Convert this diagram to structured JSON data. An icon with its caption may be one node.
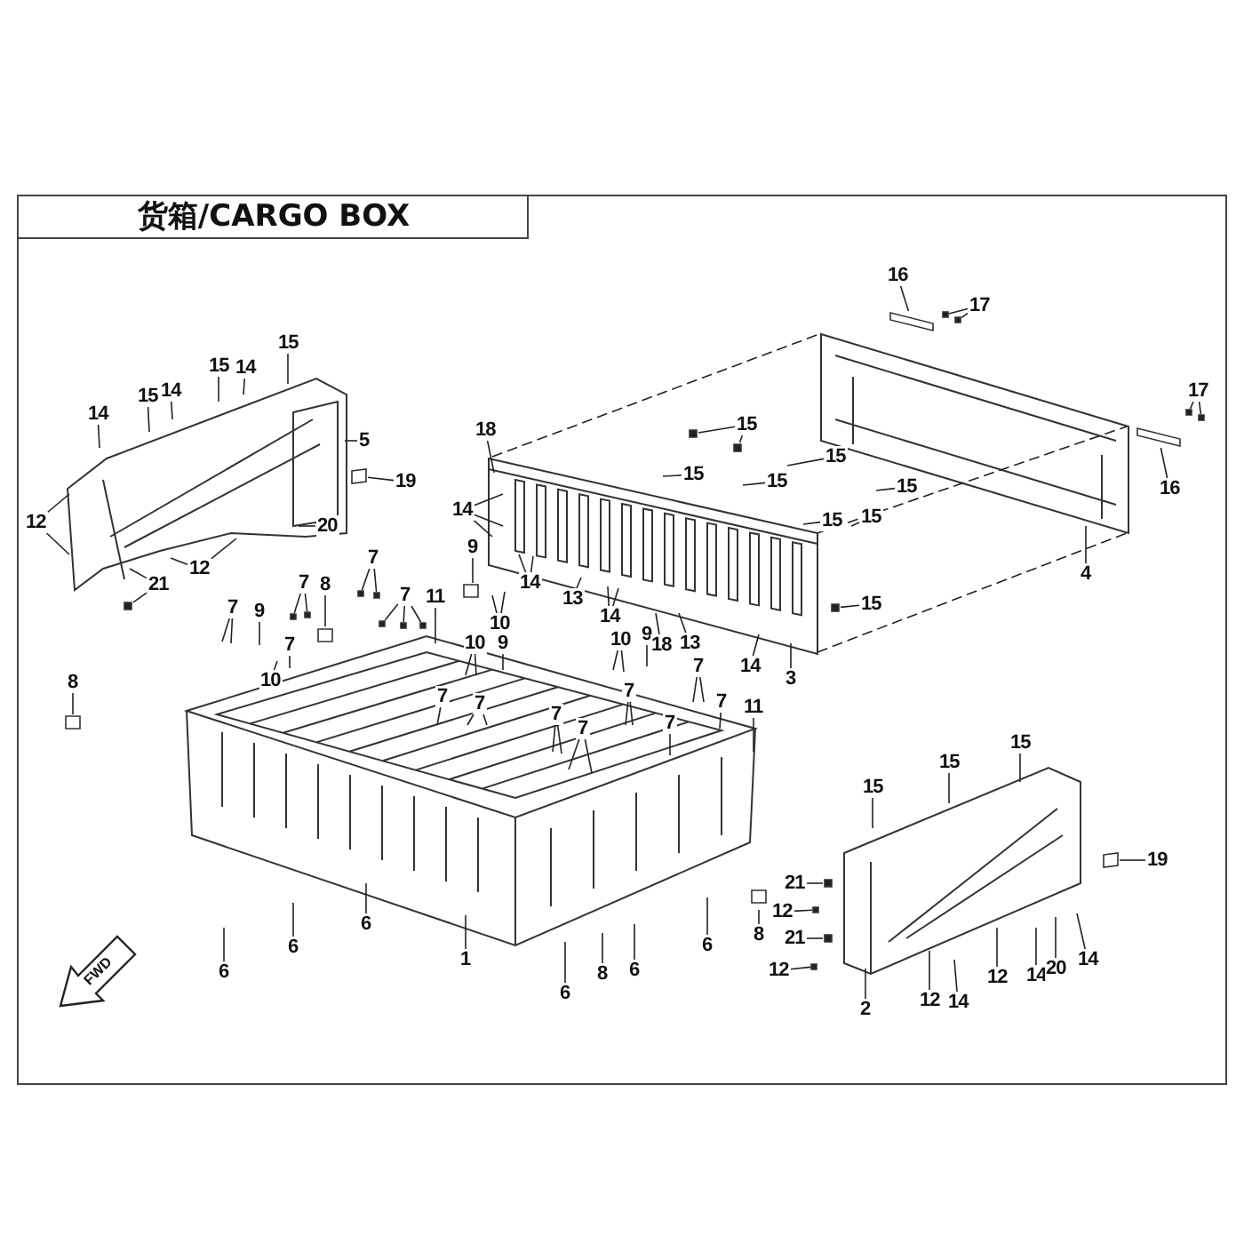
{
  "diagram": {
    "title": "货箱/CARGO BOX",
    "nodes": [
      {
        "text": [],
        "shape": "picture"
      },
      {
        "text": [],
        "shape": "picture"
      },
      {
        "text": [],
        "shape": "picture"
      },
      {
        "text": [],
        "shape": "picture"
      },
      {
        "text": [],
        "shape": "picture"
      },
      {
        "text": [
          "15"
        ]
      },
      {
        "text": [
          "15"
        ]
      },
      {
        "text": [
          "14"
        ]
      },
      {
        "text": [
          "14"
        ],
        "in": 0
      },
      {
        "text": [
          "15"
        ],
        "in": 0
      },
      {
        "text": [
          "14"
        ],
        "in": 0
      },
      {
        "text": [
          "5"
        ]
      },
      {
        "text": [
          "19"
        ]
      },
      {
        "text": [
          "20"
        ],
        "in": 0
      },
      {
        "text": [
          "12"
        ]
      },
      {
        "text": [
          "12"
        ],
        "in": 0
      },
      {
        "text": [
          "21"
        ],
        "in": 0
      },
      {
        "text": [
          "18"
        ]
      },
      {
        "text": [
          "15"
        ]
      },
      {
        "text": [
          "15"
        ],
        "in": 1
      },
      {
        "text": [
          "15"
        ],
        "in": 1
      },
      {
        "text": [
          "15"
        ],
        "in": 2
      },
      {
        "text": [
          "15"
        ],
        "in": 2
      },
      {
        "text": [
          "15"
        ],
        "in": 2
      },
      {
        "text": [
          "15"
        ],
        "in": 2
      },
      {
        "text": [
          "15"
        ]
      },
      {
        "text": [
          "14"
        ]
      },
      {
        "text": [
          "14"
        ],
        "in": 1
      },
      {
        "text": [
          "13"
        ],
        "in": 1
      },
      {
        "text": [
          "14"
        ],
        "in": 1
      },
      {
        "text": [
          "18"
        ]
      },
      {
        "text": [
          "13"
        ]
      },
      {
        "text": [
          "14"
        ]
      },
      {
        "text": [
          "3"
        ]
      },
      {
        "text": [
          "4"
        ]
      },
      {
        "text": [
          "16"
        ]
      },
      {
        "text": [
          "17"
        ]
      },
      {
        "text": [
          "17"
        ]
      },
      {
        "text": [
          "16"
        ]
      },
      {
        "text": [
          "7"
        ]
      },
      {
        "text": [
          "9"
        ]
      },
      {
        "text": [
          "7"
        ],
        "in": 0
      },
      {
        "text": [
          "8"
        ],
        "in": 0
      },
      {
        "text": [
          "7"
        ]
      },
      {
        "text": [
          "7"
        ]
      },
      {
        "text": [
          "11"
        ]
      },
      {
        "text": [
          "7"
        ],
        "in": 3
      },
      {
        "text": [
          "10"
        ],
        "in": 3
      },
      {
        "text": [
          "9"
        ]
      },
      {
        "text": [
          "10"
        ],
        "in": 1
      },
      {
        "text": [
          "10"
        ],
        "in": 3
      },
      {
        "text": [
          "9"
        ]
      },
      {
        "text": [
          "10"
        ],
        "in": 1
      },
      {
        "text": [
          "9"
        ],
        "in": 1
      },
      {
        "text": [
          "7"
        ],
        "in": 3
      },
      {
        "text": [
          "7"
        ],
        "in": 3
      },
      {
        "text": [
          "7"
        ],
        "in": 3
      },
      {
        "text": [
          "7"
        ],
        "in": 3
      },
      {
        "text": [
          "7"
        ],
        "in": 3
      },
      {
        "text": [
          "7"
        ],
        "in": 3
      },
      {
        "text": [
          "7"
        ],
        "in": 3
      },
      {
        "text": [
          "7"
        ],
        "in": 3
      },
      {
        "text": [
          "11"
        ]
      },
      {
        "text": [
          "8"
        ]
      },
      {
        "text": [
          "6"
        ]
      },
      {
        "text": [
          "6"
        ]
      },
      {
        "text": [
          "6"
        ],
        "in": 3
      },
      {
        "text": [
          "1"
        ]
      },
      {
        "text": [
          "6"
        ]
      },
      {
        "text": [
          "8"
        ]
      },
      {
        "text": [
          "6"
        ]
      },
      {
        "text": [
          "6"
        ]
      },
      {
        "text": [
          "8"
        ]
      },
      {
        "text": [
          "15"
        ],
        "in": 4
      },
      {
        "text": [
          "15"
        ]
      },
      {
        "text": [
          "15"
        ]
      },
      {
        "text": [
          "21"
        ]
      },
      {
        "text": [
          "12"
        ]
      },
      {
        "text": [
          "21"
        ]
      },
      {
        "text": [
          "12"
        ]
      },
      {
        "text": [
          "2"
        ]
      },
      {
        "text": [
          "12"
        ]
      },
      {
        "text": [
          "14"
        ]
      },
      {
        "text": [
          "12"
        ]
      },
      {
        "text": [
          "14"
        ]
      },
      {
        "text": [
          "20"
        ]
      },
      {
        "text": [
          "14"
        ]
      },
      {
        "text": [
          "19"
        ]
      },
      {
        "text": [],
        "shape": "box"
      },
      {
        "text": [],
        "shape": "box"
      },
      {
        "text": [],
        "shape": "box"
      },
      {
        "text": [],
        "shape": "box"
      },
      {
        "text": [],
        "shape": "box"
      },
      {
        "text": [],
        "shape": "box"
      },
      {
        "text": [],
        "shape": "box"
      },
      {
        "text": [],
        "shape": "box"
      },
      {
        "text": [],
        "shape": "box"
      },
      {
        "text": [],
        "shape": "box"
      },
      {
        "text": [],
        "shape": "box"
      },
      {
        "text": [],
        "shape": "box"
      },
      {
        "text": [],
        "shape": "box"
      },
      {
        "text": [],
        "shape": "box"
      },
      {
        "text": [],
        "shape": "box"
      },
      {
        "text": [],
        "shape": "box"
      },
      {
        "text": [],
        "shape": "box"
      },
      {
        "text": [],
        "shape": "box"
      },
      {
        "text": [],
        "shape": "box"
      },
      {
        "text": [],
        "shape": "box"
      },
      {
        "text": [],
        "shape": "box"
      },
      {
        "text": [],
        "shape": "box"
      },
      {
        "text": [],
        "shape": "box"
      },
      {
        "text": [],
        "shape": "box"
      },
      {
        "text": [],
        "shape": "box"
      },
      {
        "text": [],
        "shape": "box"
      },
      {
        "text": [],
        "shape": "box"
      }
    ],
    "edges": [
      {
        "from": 5,
        "to": 0,
        "arrow": "none"
      },
      {
        "from": 6,
        "to": 0,
        "arrow": "none"
      },
      {
        "from": 7,
        "to": 0,
        "arrow": "none"
      },
      {
        "from": 8,
        "to": 0,
        "arrow": "none"
      },
      {
        "from": 9,
        "to": 0,
        "arrow": "none"
      },
      {
        "from": 10,
        "to": 0,
        "arrow": "none"
      },
      {
        "from": 11,
        "to": 0,
        "arrow": "none"
      },
      {
        "from": 12,
        "to": 88,
        "arrow": "none"
      },
      {
        "from": 13,
        "to": 0,
        "arrow": "none"
      },
      {
        "from": 14,
        "to": 0,
        "arrow": "none"
      },
      {
        "from": 14,
        "to": 0,
        "arrow": "none"
      },
      {
        "from": 15,
        "to": 0,
        "arrow": "none"
      },
      {
        "from": 15,
        "to": 0,
        "arrow": "none"
      },
      {
        "from": 16,
        "to": 0,
        "arrow": "none"
      },
      {
        "from": 16,
        "to": 89,
        "arrow": "none"
      },
      {
        "from": 17,
        "to": 1,
        "arrow": "none"
      },
      {
        "from": 18,
        "to": 90,
        "arrow": "none"
      },
      {
        "from": 18,
        "to": 91,
        "arrow": "none"
      },
      {
        "from": 19,
        "to": 1,
        "arrow": "none"
      },
      {
        "from": 20,
        "to": 1,
        "arrow": "none"
      },
      {
        "from": 21,
        "to": 1,
        "arrow": "none"
      },
      {
        "from": 22,
        "to": 2,
        "arrow": "none"
      },
      {
        "from": 23,
        "to": 1,
        "arrow": "none"
      },
      {
        "from": 24,
        "to": 2,
        "arrow": "none"
      },
      {
        "from": 25,
        "to": 92,
        "arrow": "none"
      },
      {
        "from": 26,
        "to": 1,
        "arrow": "none"
      },
      {
        "from": 26,
        "to": 1,
        "arrow": "none"
      },
      {
        "from": 26,
        "to": 1,
        "arrow": "none"
      },
      {
        "from": 27,
        "to": 1,
        "arrow": "none"
      },
      {
        "from": 27,
        "to": 1,
        "arrow": "none"
      },
      {
        "from": 28,
        "to": 1,
        "arrow": "none"
      },
      {
        "from": 29,
        "to": 1,
        "arrow": "none"
      },
      {
        "from": 29,
        "to": 1,
        "arrow": "none"
      },
      {
        "from": 30,
        "to": 1,
        "arrow": "none"
      },
      {
        "from": 31,
        "to": 1,
        "arrow": "none"
      },
      {
        "from": 32,
        "to": 1,
        "arrow": "none"
      },
      {
        "from": 33,
        "to": 1,
        "arrow": "none"
      },
      {
        "from": 34,
        "to": 2,
        "arrow": "none"
      },
      {
        "from": 35,
        "to": 93,
        "arrow": "none"
      },
      {
        "from": 36,
        "to": 94,
        "arrow": "none"
      },
      {
        "from": 36,
        "to": 95,
        "arrow": "none"
      },
      {
        "from": 37,
        "to": 96,
        "arrow": "none"
      },
      {
        "from": 37,
        "to": 97,
        "arrow": "none"
      },
      {
        "from": 38,
        "to": 98,
        "arrow": "none"
      },
      {
        "from": 39,
        "to": 3,
        "arrow": "none"
      },
      {
        "from": 39,
        "to": 3,
        "arrow": "none"
      },
      {
        "from": 40,
        "to": 3,
        "arrow": "none"
      },
      {
        "from": 41,
        "to": 99,
        "arrow": "none"
      },
      {
        "from": 41,
        "to": 100,
        "arrow": "none"
      },
      {
        "from": 42,
        "to": 101,
        "arrow": "none"
      },
      {
        "from": 43,
        "to": 102,
        "arrow": "none"
      },
      {
        "from": 43,
        "to": 103,
        "arrow": "none"
      },
      {
        "from": 44,
        "to": 104,
        "arrow": "none"
      },
      {
        "from": 44,
        "to": 105,
        "arrow": "none"
      },
      {
        "from": 44,
        "to": 106,
        "arrow": "none"
      },
      {
        "from": 45,
        "to": 3,
        "arrow": "none"
      },
      {
        "from": 46,
        "to": 3,
        "arrow": "none"
      },
      {
        "from": 47,
        "to": 3,
        "arrow": "none"
      },
      {
        "from": 48,
        "to": 107,
        "arrow": "none"
      },
      {
        "from": 49,
        "to": 1,
        "arrow": "none"
      },
      {
        "from": 49,
        "to": 1,
        "arrow": "none"
      },
      {
        "from": 50,
        "to": 3,
        "arrow": "none"
      },
      {
        "from": 50,
        "to": 3,
        "arrow": "none"
      },
      {
        "from": 51,
        "to": 3,
        "arrow": "none"
      },
      {
        "from": 52,
        "to": 3,
        "arrow": "none"
      },
      {
        "from": 52,
        "to": 3,
        "arrow": "none"
      },
      {
        "from": 53,
        "to": 3,
        "arrow": "none"
      },
      {
        "from": 54,
        "to": 3,
        "arrow": "none"
      },
      {
        "from": 55,
        "to": 3,
        "arrow": "none"
      },
      {
        "from": 55,
        "to": 3,
        "arrow": "none"
      },
      {
        "from": 56,
        "to": 3,
        "arrow": "none"
      },
      {
        "from": 56,
        "to": 3,
        "arrow": "none"
      },
      {
        "from": 57,
        "to": 3,
        "arrow": "none"
      },
      {
        "from": 57,
        "to": 3,
        "arrow": "none"
      },
      {
        "from": 58,
        "to": 3,
        "arrow": "none"
      },
      {
        "from": 58,
        "to": 3,
        "arrow": "none"
      },
      {
        "from": 59,
        "to": 3,
        "arrow": "none"
      },
      {
        "from": 60,
        "to": 3,
        "arrow": "none"
      },
      {
        "from": 60,
        "to": 3,
        "arrow": "none"
      },
      {
        "from": 61,
        "to": 3,
        "arrow": "none"
      },
      {
        "from": 62,
        "to": 3,
        "arrow": "none"
      },
      {
        "from": 63,
        "to": 108,
        "arrow": "none"
      },
      {
        "from": 64,
        "to": 3,
        "arrow": "none"
      },
      {
        "from": 65,
        "to": 3,
        "arrow": "none"
      },
      {
        "from": 66,
        "to": 3,
        "arrow": "none"
      },
      {
        "from": 67,
        "to": 3,
        "arrow": "none"
      },
      {
        "from": 68,
        "to": 3,
        "arrow": "none"
      },
      {
        "from": 69,
        "to": 3,
        "arrow": "none"
      },
      {
        "from": 70,
        "to": 3,
        "arrow": "none"
      },
      {
        "from": 71,
        "to": 3,
        "arrow": "none"
      },
      {
        "from": 72,
        "to": 109,
        "arrow": "none"
      },
      {
        "from": 73,
        "to": 4,
        "arrow": "none"
      },
      {
        "from": 74,
        "to": 4,
        "arrow": "none"
      },
      {
        "from": 75,
        "to": 4,
        "arrow": "none"
      },
      {
        "from": 76,
        "to": 110,
        "arrow": "none"
      },
      {
        "from": 77,
        "to": 111,
        "arrow": "none"
      },
      {
        "from": 78,
        "to": 112,
        "arrow": "none"
      },
      {
        "from": 79,
        "to": 113,
        "arrow": "none"
      },
      {
        "from": 80,
        "to": 4,
        "arrow": "none"
      },
      {
        "from": 81,
        "to": 4,
        "arrow": "none"
      },
      {
        "from": 82,
        "to": 4,
        "arrow": "none"
      },
      {
        "from": 83,
        "to": 4,
        "arrow": "none"
      },
      {
        "from": 84,
        "to": 4,
        "arrow": "none"
      },
      {
        "from": 85,
        "to": 4,
        "arrow": "none"
      },
      {
        "from": 86,
        "to": 4,
        "arrow": "none"
      },
      {
        "from": 87,
        "to": 114,
        "arrow": "none"
      },
      {
        "from": 1,
        "to": 2,
        "arrow": "none",
        "style": "dashed"
      },
      {
        "from": 1,
        "to": 2,
        "arrow": "none",
        "style": "dashed"
      },
      {
        "from": 1,
        "to": 2,
        "arrow": "none",
        "style": "dashed"
      }
    ],
    "labels": [
      "FWD"
    ]
  }
}
